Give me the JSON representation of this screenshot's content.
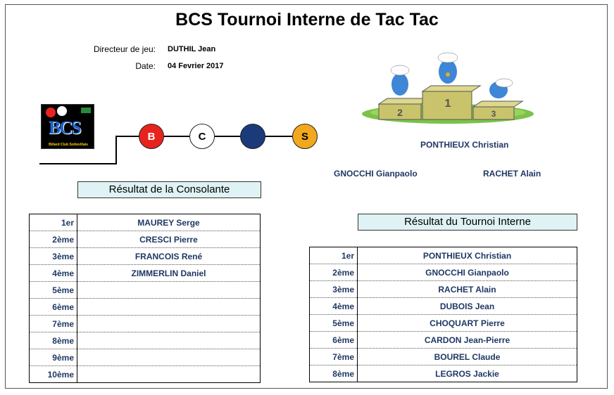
{
  "header": {
    "title": "BCS Tournoi Interne de Tac Tac",
    "director_label": "Directeur de jeu:",
    "director_value": "DUTHIL Jean",
    "date_label": "Date:",
    "date_value": "04 Fevrier 2017"
  },
  "logo": {
    "letters": "BCS",
    "caption": "Billard Club Sottevillais"
  },
  "discs": [
    {
      "label": "B",
      "color": "#e8231e",
      "text_color": "#ffffff"
    },
    {
      "label": "C",
      "color": "#ffffff",
      "text_color": "#000000"
    },
    {
      "label": "",
      "color": "#1a3a7a",
      "text_color": "#ffffff"
    },
    {
      "label": "S",
      "color": "#f2a81d",
      "text_color": "#000000"
    }
  ],
  "podium": {
    "first": "PONTHIEUX Christian",
    "second": "GNOCCHI Gianpaolo",
    "third": "RACHET Alain"
  },
  "consolante": {
    "title": "Résultat de la Consolante",
    "rows": [
      {
        "rank": "1er",
        "name": "MAUREY Serge"
      },
      {
        "rank": "2ème",
        "name": "CRESCI Pierre"
      },
      {
        "rank": "3ème",
        "name": "FRANCOIS René"
      },
      {
        "rank": "4ème",
        "name": "ZIMMERLIN Daniel"
      },
      {
        "rank": "5ème",
        "name": ""
      },
      {
        "rank": "6ème",
        "name": ""
      },
      {
        "rank": "7ème",
        "name": ""
      },
      {
        "rank": "8ème",
        "name": ""
      },
      {
        "rank": "9ème",
        "name": ""
      },
      {
        "rank": "10ème",
        "name": ""
      }
    ]
  },
  "tournoi": {
    "title": "Résultat du Tournoi Interne",
    "rows": [
      {
        "rank": "1er",
        "name": "PONTHIEUX Christian"
      },
      {
        "rank": "2ème",
        "name": "GNOCCHI Gianpaolo"
      },
      {
        "rank": "3ème",
        "name": "RACHET Alain"
      },
      {
        "rank": "4ème",
        "name": "DUBOIS Jean"
      },
      {
        "rank": "5ème",
        "name": "CHOQUART Pierre"
      },
      {
        "rank": "6ème",
        "name": "CARDON Jean-Pierre"
      },
      {
        "rank": "7ème",
        "name": "BOUREL Claude"
      },
      {
        "rank": "8ème",
        "name": "LEGROS Jackie"
      }
    ]
  }
}
